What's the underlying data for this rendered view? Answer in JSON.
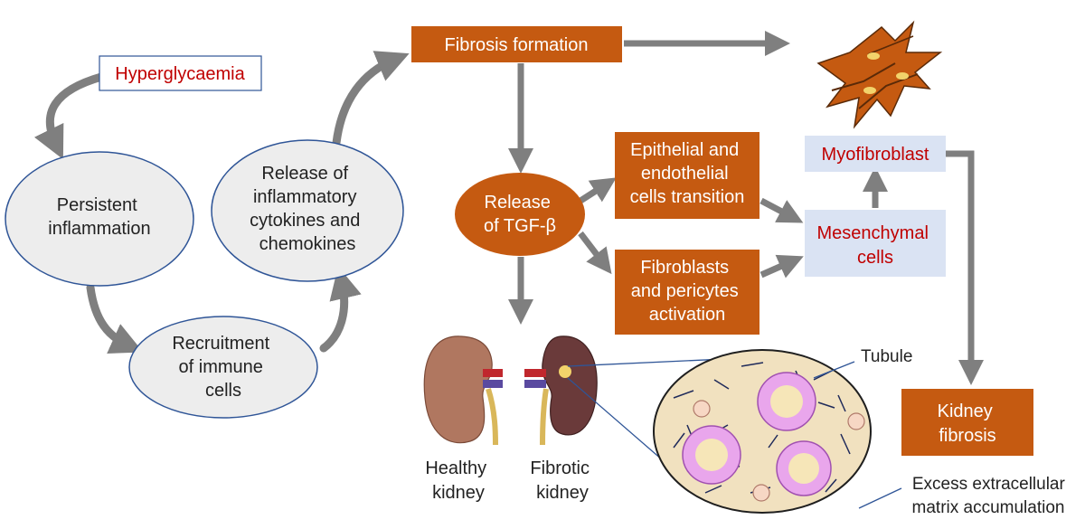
{
  "colors": {
    "orange": "#c55a11",
    "grey_ellipse": "#ededed",
    "ellipse_border": "#2f5597",
    "light_blue_box": "#dae3f3",
    "red_text": "#c00000",
    "arrow_grey": "#7f7f7f"
  },
  "cycle": {
    "hyperglycaemia": "Hyperglycaemia",
    "persistent_inflammation": [
      "Persistent",
      "inflammation"
    ],
    "recruitment": [
      "Recruitment",
      "of immune",
      "cells"
    ],
    "release_cytokines": [
      "Release of",
      "inflammatory",
      "cytokines and",
      "chemokines"
    ]
  },
  "pathway": {
    "fibrosis_formation": "Fibrosis formation",
    "release_tgf": [
      "Release",
      "of TGF-β"
    ],
    "epithelial": [
      "Epithelial and",
      "endothelial",
      "cells transition"
    ],
    "fibroblasts": [
      "Fibroblasts",
      "and pericytes",
      "activation"
    ],
    "mesenchymal": [
      "Mesenchymal",
      "cells"
    ],
    "myofibroblast": "Myofibroblast",
    "kidney_fibrosis": [
      "Kidney",
      "fibrosis"
    ]
  },
  "kidneys": {
    "healthy": [
      "Healthy",
      "kidney"
    ],
    "fibrotic": [
      "Fibrotic",
      "kidney"
    ]
  },
  "tissue": {
    "tubule_label": "Tubule",
    "ecm_label": [
      "Excess extracellular",
      "matrix accumulation"
    ]
  }
}
